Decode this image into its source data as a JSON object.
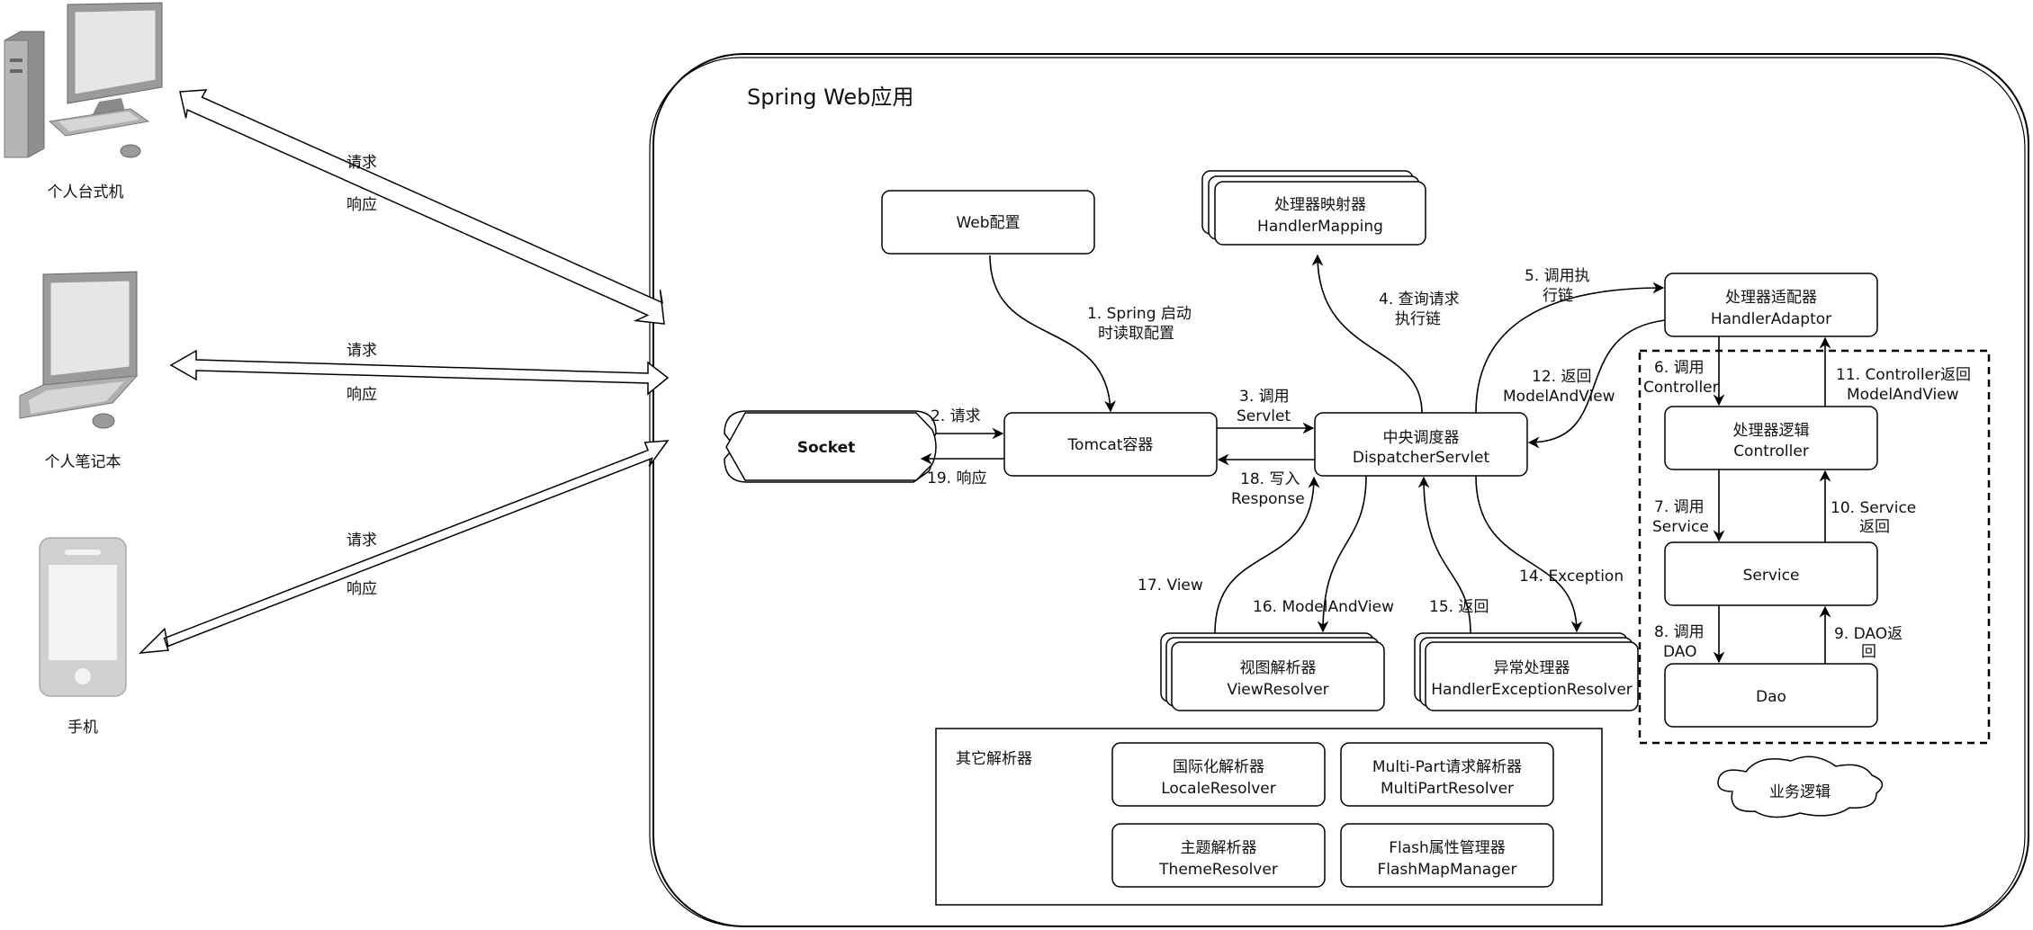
{
  "app": {
    "title": "Spring Web应用"
  },
  "clients": [
    {
      "id": "desktop",
      "label": "个人台式机",
      "icon": "desktop-computer-icon"
    },
    {
      "id": "laptop",
      "label": "个人笔记本",
      "icon": "laptop-computer-icon"
    },
    {
      "id": "phone",
      "label": "手机",
      "icon": "mobile-phone-icon"
    }
  ],
  "client_arrows": [
    {
      "request": "请求",
      "response": "响应"
    },
    {
      "request": "请求",
      "response": "响应"
    },
    {
      "request": "请求",
      "response": "响应"
    }
  ],
  "nodes": {
    "web_config": {
      "line1": "Web配置",
      "line2": ""
    },
    "handler_mapping": {
      "line1": "处理器映射器",
      "line2": "HandlerMapping"
    },
    "handler_adaptor": {
      "line1": "处理器适配器",
      "line2": "HandlerAdaptor"
    },
    "socket": {
      "line1": "Socket",
      "line2": ""
    },
    "tomcat": {
      "line1": "Tomcat容器",
      "line2": ""
    },
    "dispatcher": {
      "line1": "中央调度器",
      "line2": "DispatcherServlet"
    },
    "controller": {
      "line1": "处理器逻辑",
      "line2": "Controller"
    },
    "service": {
      "line1": "Service",
      "line2": ""
    },
    "dao": {
      "line1": "Dao",
      "line2": ""
    },
    "view_resolver": {
      "line1": "视图解析器",
      "line2": "ViewResolver"
    },
    "exception_resolver": {
      "line1": "异常处理器",
      "line2": "HandlerExceptionResolver"
    },
    "locale_resolver": {
      "line1": "国际化解析器",
      "line2": "LocaleResolver"
    },
    "multipart_resolver": {
      "line1": "Multi-Part请求解析器",
      "line2": "MultiPartResolver"
    },
    "theme_resolver": {
      "line1": "主题解析器",
      "line2": "ThemeResolver"
    },
    "flashmap_manager": {
      "line1": "Flash属性管理器",
      "line2": "FlashMapManager"
    }
  },
  "groups": {
    "other_resolvers": "其它解析器",
    "business_logic": "业务逻辑"
  },
  "edges": [
    {
      "id": "e1",
      "line1": "1. Spring 启动",
      "line2": "时读取配置"
    },
    {
      "id": "e2",
      "line1": "2. 请求",
      "line2": ""
    },
    {
      "id": "e3",
      "line1": "3. 调用",
      "line2": "Servlet"
    },
    {
      "id": "e4",
      "line1": "4. 查询请求",
      "line2": "执行链"
    },
    {
      "id": "e5",
      "line1": "5. 调用执",
      "line2": "行链"
    },
    {
      "id": "e6",
      "line1": "6. 调用",
      "line2": "Controller"
    },
    {
      "id": "e7",
      "line1": "7. 调用",
      "line2": "Service"
    },
    {
      "id": "e8",
      "line1": "8. 调用",
      "line2": "DAO"
    },
    {
      "id": "e9",
      "line1": "9. DAO返",
      "line2": "回"
    },
    {
      "id": "e10",
      "line1": "10. Service",
      "line2": "返回"
    },
    {
      "id": "e11",
      "line1": "11. Controller返回",
      "line2": "ModelAndView"
    },
    {
      "id": "e12",
      "line1": "12. 返回",
      "line2": "ModelAndView"
    },
    {
      "id": "e14",
      "line1": "14. Exception",
      "line2": ""
    },
    {
      "id": "e15",
      "line1": "15. 返回",
      "line2": ""
    },
    {
      "id": "e16",
      "line1": "16. ModelAndView",
      "line2": ""
    },
    {
      "id": "e17",
      "line1": "17. View",
      "line2": ""
    },
    {
      "id": "e18",
      "line1": "18. 写入",
      "line2": "Response"
    },
    {
      "id": "e19",
      "line1": "19. 响应",
      "line2": ""
    }
  ]
}
